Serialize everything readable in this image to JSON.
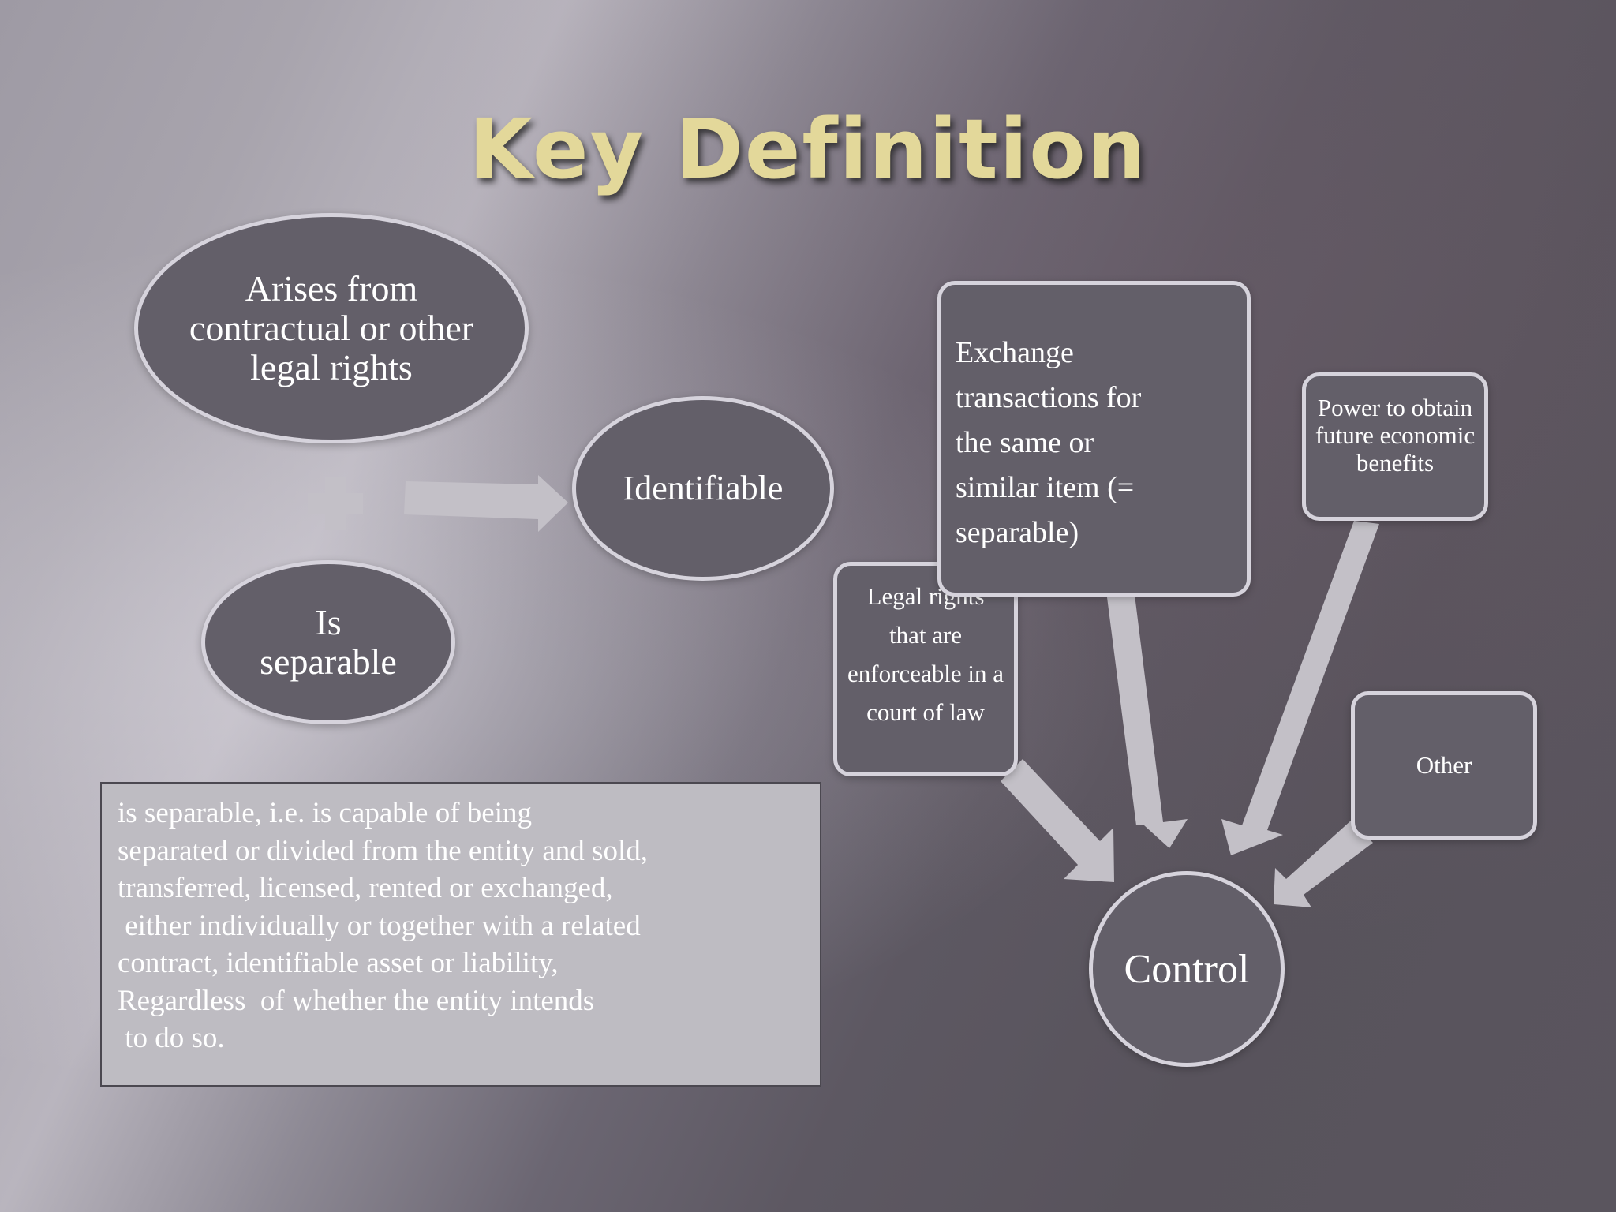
{
  "title": "Key Definition",
  "nodes": {
    "arises": "Arises from contractual or other legal rights",
    "separable": "Is separable",
    "identifiable": "Identifiable",
    "legal_rights": "Legal rights that are enforceable in a court of law",
    "exchange": "Exchange transactions for the same or similar item (= separable)",
    "power": "Power to obtain future economic benefits",
    "other": "Other",
    "control": "Control"
  },
  "note_text": "is separable, i.e. is capable of being\nseparated or divided from the entity and sold,\ntransferred, licensed, rented or exchanged,\n either individually or together with a related\ncontract, identifiable asset or liability,\nRegardless  of whether the entity intends\n to do so.",
  "colors": {
    "title": "#e3d89a",
    "node_fill": "#635f69",
    "node_border": "#d6d3dc",
    "arrow": "#c3c0c7",
    "note_fill": "#bebcc2"
  },
  "icons": {
    "plus": "plus-icon"
  }
}
